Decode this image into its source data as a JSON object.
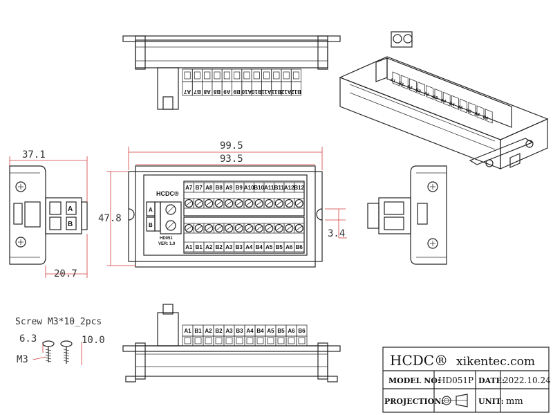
{
  "top_labels": [
    "A7",
    "B7",
    "A8",
    "B8",
    "A9",
    "B9",
    "A10",
    "B10",
    "A11",
    "B11",
    "A12",
    "B12"
  ],
  "bottom_labels": [
    "A1",
    "B1",
    "A2",
    "B2",
    "A3",
    "B3",
    "A4",
    "B4",
    "A5",
    "B5",
    "A6",
    "B6"
  ],
  "side_labels": [
    "A",
    "B"
  ],
  "brand_logo": "HCDC®",
  "model_text": "HD051",
  "version_text": "VER: 1.0",
  "dimensions": {
    "overall_width": "99.5",
    "rail_width": "93.5",
    "height": "47.8",
    "side_depth": "37.1",
    "side_base": "20.7",
    "slot": "3.4"
  },
  "screw": {
    "title": "Screw M3*10_2pcs",
    "head": "6.3",
    "length": "10.0",
    "thread": "M3"
  },
  "title_block": {
    "brand": "HCDC®",
    "website": "xikentec.com",
    "model_label": "MODEL NO:",
    "model_value": "HD051P",
    "date_label": "DATE:",
    "date_value": "2022.10.24",
    "projection_label": "PROJECTION:",
    "unit_label": "UNIT:",
    "unit_value": "mm"
  }
}
